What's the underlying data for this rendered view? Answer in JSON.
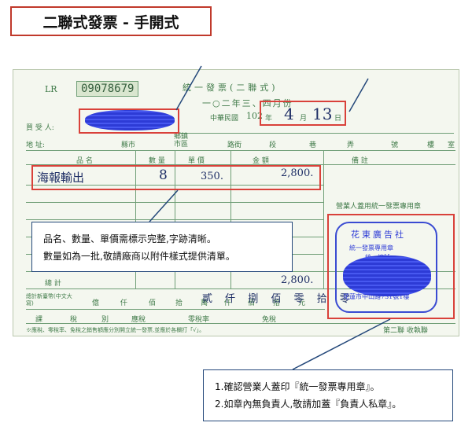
{
  "page_title": "二聯式發票 - 手開式",
  "invoice": {
    "lr_label": "LR",
    "number": "09078679",
    "header_title": "統一發票(二聯式)",
    "period": "一○二年三、四月份",
    "date_prefix": "中華民國",
    "year": "102",
    "year_unit": "年",
    "month": "4",
    "month_unit": "月",
    "day": "13",
    "day_unit": "日",
    "buyer_label": "買 受 人:",
    "address_label": "地  址:",
    "address_parts": [
      "縣市",
      "鄉鎮市區",
      "路街",
      "段",
      "巷",
      "弄",
      "號",
      "樓",
      "室"
    ],
    "col_item": "品 名",
    "col_qty": "數 量",
    "col_price": "單 價",
    "col_amount": "金 額",
    "col_note": "備 註",
    "item_name": "海報輸出",
    "item_qty": "8",
    "item_price": "350.",
    "item_amount": "2,800.",
    "stamp_area_label": "營業人蓋用統一發票專用章",
    "stamp_shop": "花東廣告社",
    "stamp_type": "統一發票專用章",
    "stamp_id_label": "統一編號",
    "stamp_address": "花蓮市中山路731號1樓",
    "total_label": "總 計",
    "total_value": "2,800.",
    "chinese_total_label": "總計新臺幣(中文大寫)",
    "chinese_units": [
      "億",
      "仟",
      "佰",
      "拾",
      "萬",
      "仟",
      "佰",
      "拾",
      "元"
    ],
    "chinese_amount": "貳 仟 捌 佰 零 拾 零",
    "tax_labels": [
      "課",
      "稅",
      "別",
      "應稅",
      "零稅率",
      "免稅"
    ],
    "footer_note": "※應稅、零稅率、免稅之銷售額應分別開立統一發票,並應於各欄打「√」。",
    "copy_label": "第二聯 收執聯"
  },
  "callout_item": {
    "line1": "品名、數量、單價需標示完整,字跡清晰。",
    "line2": "數量如為一批,敬請廠商以附件樣式提供清單。"
  },
  "callout_stamp": {
    "line1": "1.確認營業人蓋印『統一發票專用章』。",
    "line2": "2.如章內無負責人,敬請加蓋『負責人私章』。"
  },
  "colors": {
    "highlight_red": "#d9413a",
    "callout_border": "#24487a",
    "invoice_green": "#3f7a48",
    "redaction_blue": "#2d3bd6"
  }
}
